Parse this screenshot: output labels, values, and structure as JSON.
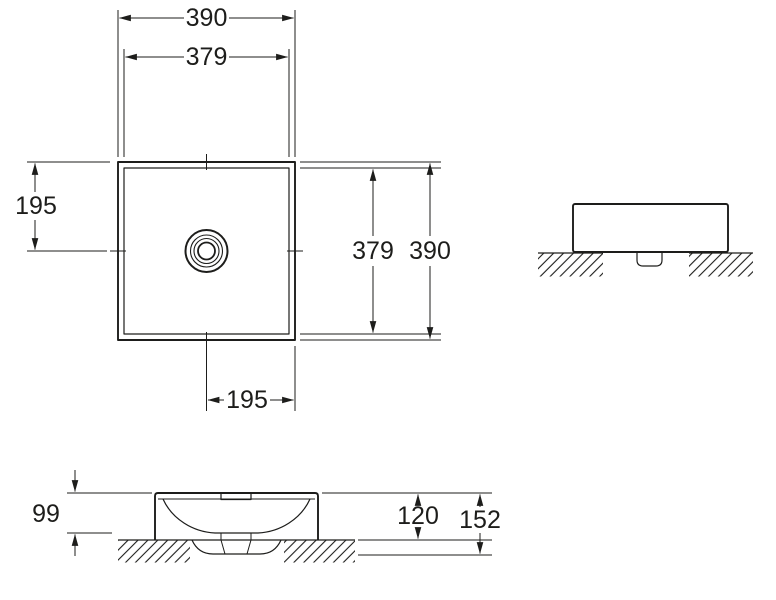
{
  "colors": {
    "ink": "#1d1d1b",
    "background": "#ffffff"
  },
  "top_view": {
    "width_outer": "390",
    "width_inner": "379",
    "half_height": "195",
    "height_inner": "379",
    "height_outer": "390",
    "half_width": "195"
  },
  "front_view": {
    "bowl_depth": "99",
    "height_above_counter": "120",
    "total_height": "152"
  }
}
